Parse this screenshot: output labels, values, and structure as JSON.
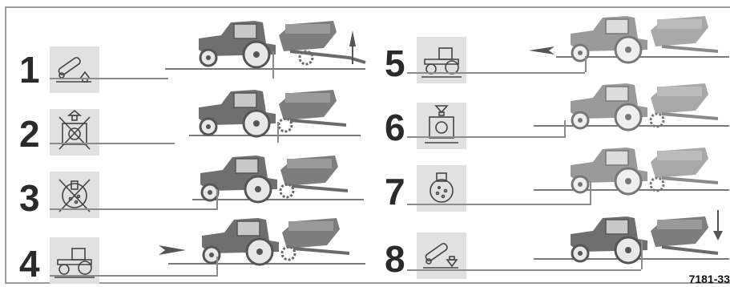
{
  "figure_id": "7181-33",
  "colors": {
    "icon_bg": "#e1e1e1",
    "machine": "#6f6f6f",
    "machine_light": "#b5b5b5",
    "lines": "#8c8c8c",
    "text": "#2a2a2a"
  },
  "steps": [
    {
      "number": "1",
      "icon": "lift-arm-up-icon",
      "motion": "lift-up-arrow"
    },
    {
      "number": "2",
      "icon": "rotor-lift-disabled-icon",
      "motion": ""
    },
    {
      "number": "3",
      "icon": "seed-hopper-disabled-icon",
      "motion": ""
    },
    {
      "number": "4",
      "icon": "tractor-forward-icon",
      "motion": "forward-arrow"
    },
    {
      "number": "5",
      "icon": "tractor-reverse-icon",
      "motion": "reverse-arrow"
    },
    {
      "number": "6",
      "icon": "rotor-lower-icon",
      "motion": ""
    },
    {
      "number": "7",
      "icon": "seed-hopper-icon",
      "motion": ""
    },
    {
      "number": "8",
      "icon": "lift-arm-down-icon",
      "motion": "lower-down-arrow"
    }
  ]
}
